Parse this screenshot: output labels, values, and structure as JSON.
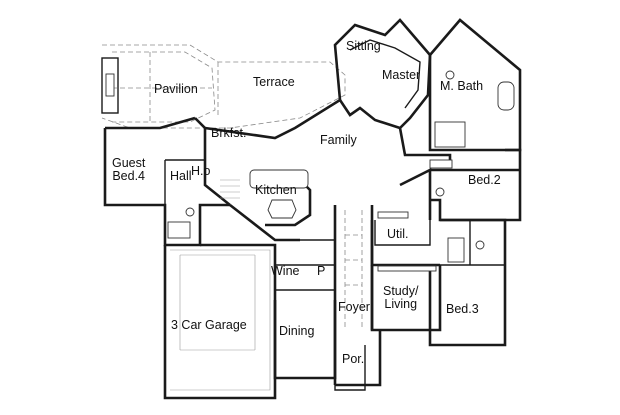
{
  "rooms": {
    "sitting": "Sitting",
    "master": "Master",
    "m_bath": "M. Bath",
    "pavilion": "Pavilion",
    "terrace": "Terrace",
    "brkfst": "Brkfst.",
    "family": "Family",
    "guest_bed4": "Guest\nBed.4",
    "hall": "Hall",
    "h_o": "H.o",
    "kitchen": "Kitchen",
    "bed2": "Bed.2",
    "util": "Util.",
    "wine": "Wine",
    "p": "P",
    "study_living": "Study/\nLiving",
    "foyer": "Foyer",
    "three_car_garage": "3 Car Garage",
    "dining": "Dining",
    "bed3": "Bed.3",
    "por": "Por."
  }
}
